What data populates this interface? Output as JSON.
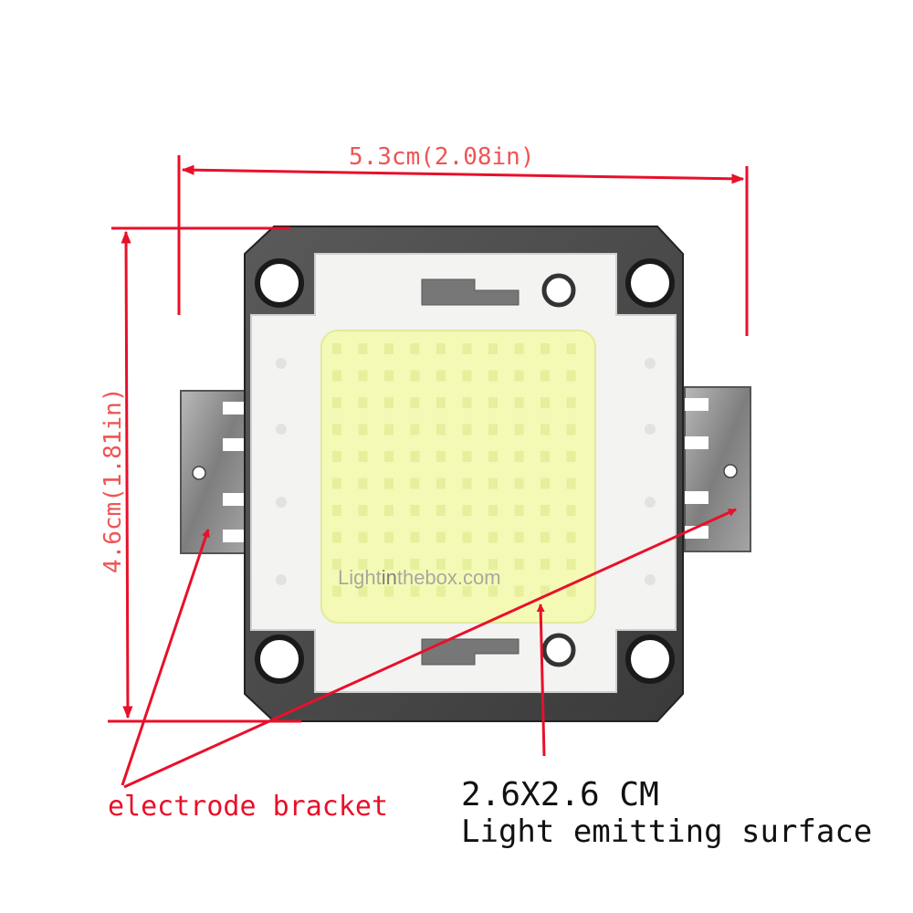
{
  "dimensions": {
    "width_label": "5.3cm(2.08in)",
    "height_label": "4.6cm(1.81in)"
  },
  "watermark": {
    "text_before": "Light",
    "text_highlight": "in",
    "text_after": "thebox.com"
  },
  "callouts": {
    "electrode": "electrode bracket",
    "surface_size": "2.6X2.6 CM",
    "surface_label": "Light emitting surface"
  },
  "colors": {
    "arrow": "#e8102a",
    "dimension_text": "#ee5555",
    "plate": "#4a4a4a",
    "board": "#f3f3f1",
    "emitter": "#f2fab6",
    "terminal": "#8a8a8a"
  },
  "icons": [
    "mounting-hole-icon",
    "arrow-icon",
    "led-chip-icon"
  ]
}
